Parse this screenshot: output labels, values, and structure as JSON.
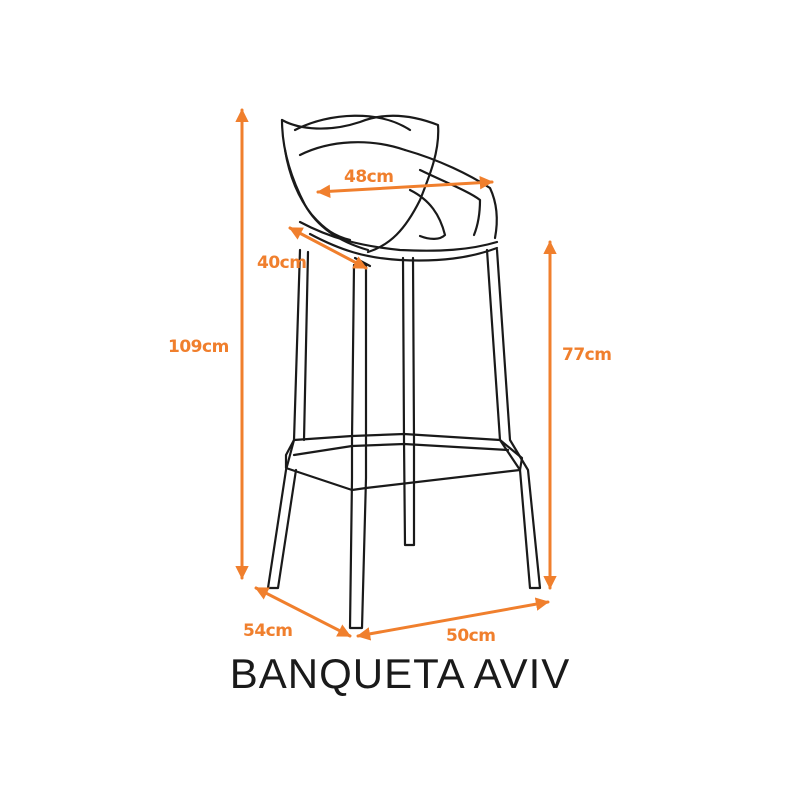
{
  "product": {
    "name": "BANQUETA AVIV"
  },
  "dimensions": {
    "total_height": "109cm",
    "seat_height": "77cm",
    "seat_width": "48cm",
    "seat_depth": "40cm",
    "base_depth": "54cm",
    "base_width": "50cm"
  },
  "colors": {
    "accent": "#f07f2d",
    "line": "#1a1a1a",
    "background": "#ffffff"
  }
}
